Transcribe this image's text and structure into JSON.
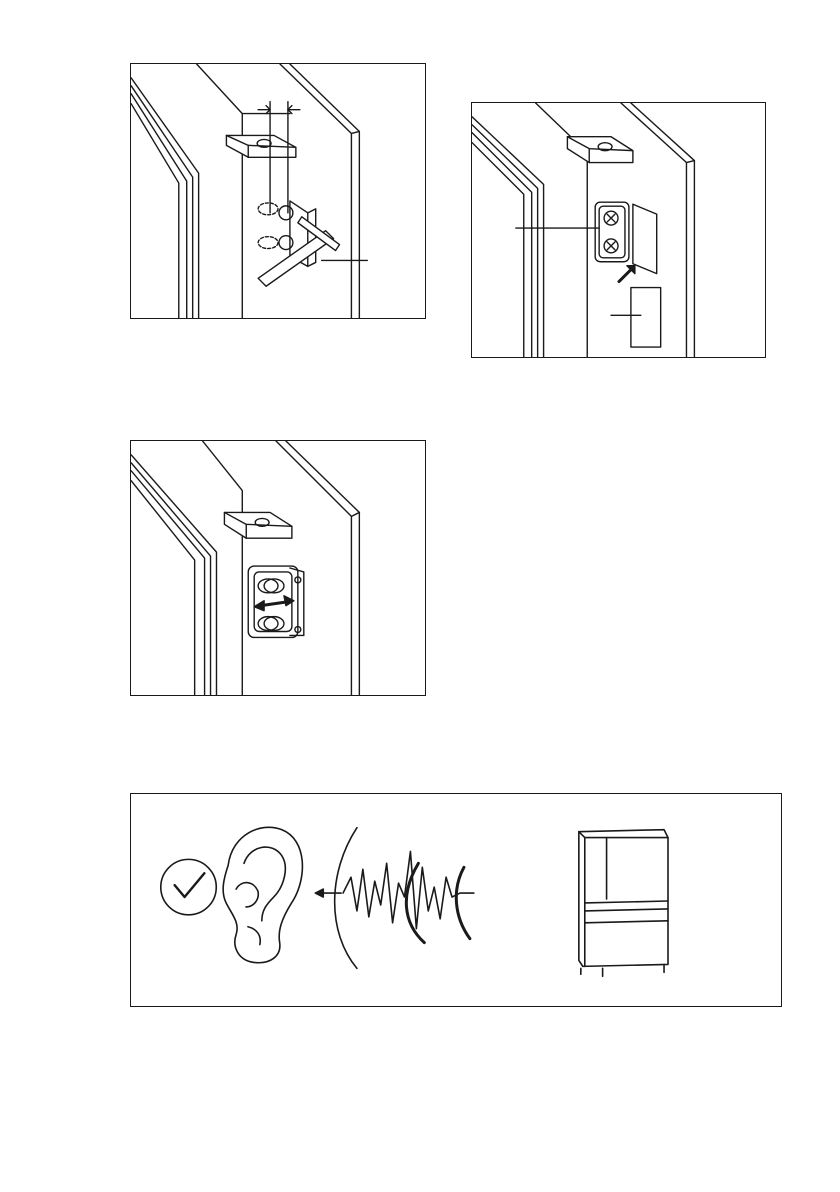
{
  "page": {
    "figures": [
      {
        "id": "figure-hinge-adjust",
        "icon": "hinge-screwdriver-illustration"
      },
      {
        "id": "figure-hinge-cover",
        "icon": "hinge-cover-illustration"
      },
      {
        "id": "figure-hinge-slide",
        "icon": "hinge-slide-illustration"
      },
      {
        "id": "figure-noise-check",
        "icon": "ear-sound-fridge-illustration"
      }
    ],
    "colors": {
      "line": "#1a1a1a",
      "background": "#ffffff"
    }
  }
}
